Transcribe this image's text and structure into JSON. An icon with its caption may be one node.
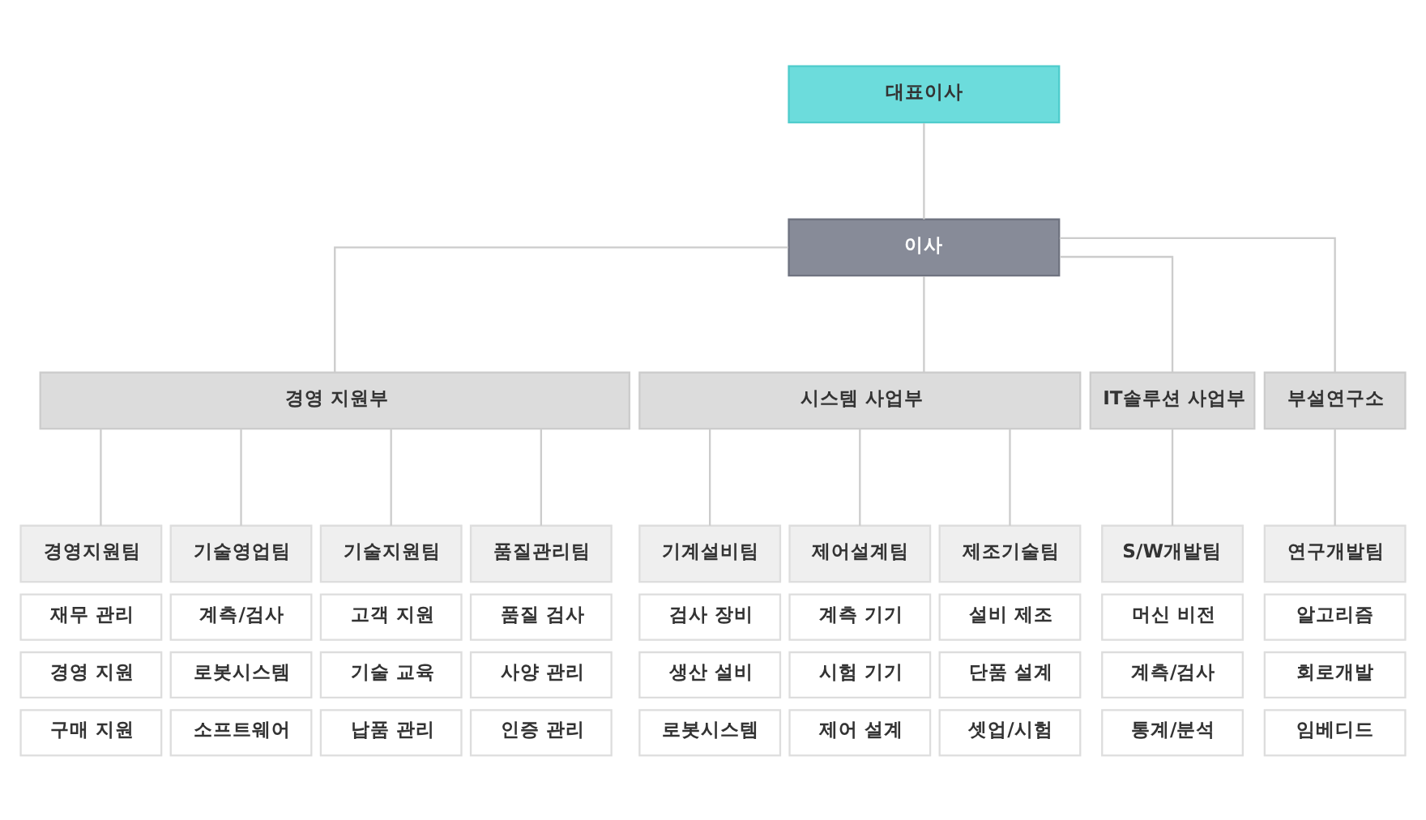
{
  "diagram": {
    "nodes": [
      {
        "text": [
          "대표이사"
        ]
      },
      {
        "text": [
          "이사"
        ]
      },
      {
        "text": [
          "경영 지원부"
        ]
      },
      {
        "text": [
          "시스템 사업부"
        ]
      },
      {
        "text": [
          "IT솔루션 사업부"
        ]
      },
      {
        "text": [
          "부설연구소"
        ]
      },
      {
        "text": [
          "경영지원팀"
        ]
      },
      {
        "text": [
          "기술영업팀"
        ]
      },
      {
        "text": [
          "기술지원팀"
        ]
      },
      {
        "text": [
          "품질관리팀"
        ]
      },
      {
        "text": [
          "기계설비팀"
        ]
      },
      {
        "text": [
          "제어설계팀"
        ]
      },
      {
        "text": [
          "제조기술팀"
        ]
      },
      {
        "text": [
          "S/W개발팀"
        ]
      },
      {
        "text": [
          "연구개발팀"
        ]
      },
      {
        "text": [
          "재무 관리"
        ]
      },
      {
        "text": [
          "계측/검사"
        ]
      },
      {
        "text": [
          "고객 지원"
        ]
      },
      {
        "text": [
          "품질 검사"
        ]
      },
      {
        "text": [
          "검사 장비"
        ]
      },
      {
        "text": [
          "계측 기기"
        ]
      },
      {
        "text": [
          "설비 제조"
        ]
      },
      {
        "text": [
          "머신 비전"
        ]
      },
      {
        "text": [
          "알고리즘"
        ]
      },
      {
        "text": [
          "경영 지원"
        ]
      },
      {
        "text": [
          "로봇시스템"
        ]
      },
      {
        "text": [
          "기술 교육"
        ]
      },
      {
        "text": [
          "사양 관리"
        ]
      },
      {
        "text": [
          "생산 설비"
        ]
      },
      {
        "text": [
          "시험 기기"
        ]
      },
      {
        "text": [
          "단품 설계"
        ]
      },
      {
        "text": [
          "계측/검사"
        ]
      },
      {
        "text": [
          "회로개발"
        ]
      },
      {
        "text": [
          "구매 지원"
        ]
      },
      {
        "text": [
          "소프트웨어"
        ]
      },
      {
        "text": [
          "납품 관리"
        ]
      },
      {
        "text": [
          "인증 관리"
        ]
      },
      {
        "text": [
          "로봇시스템"
        ]
      },
      {
        "text": [
          "제어 설계"
        ]
      },
      {
        "text": [
          "셋업/시험"
        ]
      },
      {
        "text": [
          "통계/분석"
        ]
      },
      {
        "text": [
          "임베디드"
        ]
      }
    ],
    "edges": [
      {
        "from": 0,
        "to": 1,
        "arrow": "none"
      },
      {
        "from": 1,
        "to": 2,
        "arrow": "none"
      },
      {
        "from": 1,
        "to": 3,
        "arrow": "none"
      },
      {
        "from": 1,
        "to": 4,
        "arrow": "none"
      },
      {
        "from": 1,
        "to": 5,
        "arrow": "none"
      },
      {
        "from": 2,
        "to": 6,
        "arrow": "none"
      },
      {
        "from": 2,
        "to": 7,
        "arrow": "none"
      },
      {
        "from": 2,
        "to": 8,
        "arrow": "none"
      },
      {
        "from": 2,
        "to": 9,
        "arrow": "none"
      },
      {
        "from": 3,
        "to": 10,
        "arrow": "none"
      },
      {
        "from": 3,
        "to": 11,
        "arrow": "none"
      },
      {
        "from": 3,
        "to": 12,
        "arrow": "none"
      },
      {
        "from": 4,
        "to": 13,
        "arrow": "none"
      },
      {
        "from": 5,
        "to": 14,
        "arrow": "none"
      }
    ]
  }
}
